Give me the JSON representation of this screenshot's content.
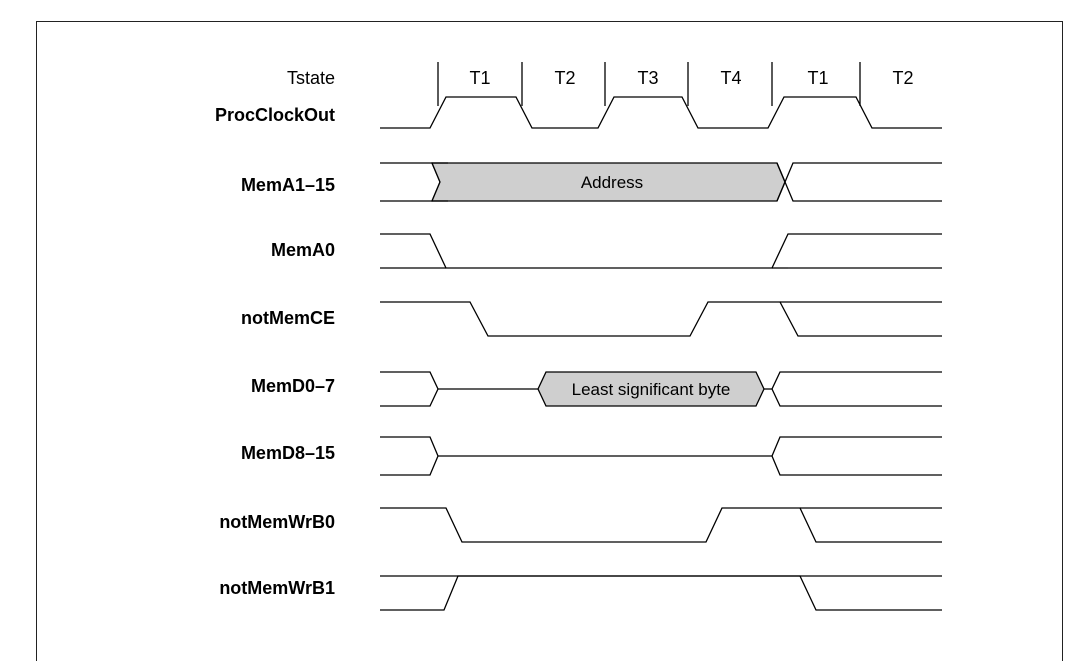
{
  "diagram": {
    "header_label": "Tstate",
    "tstates": [
      "T1",
      "T2",
      "T3",
      "T4",
      "T1",
      "T2"
    ],
    "signals": [
      {
        "id": "procclockout",
        "label": "ProcClockOut"
      },
      {
        "id": "mema1-15",
        "label": "MemA1–15"
      },
      {
        "id": "mema0",
        "label": "MemA0"
      },
      {
        "id": "notmemce",
        "label": "notMemCE"
      },
      {
        "id": "memd0-7",
        "label": "MemD0–7"
      },
      {
        "id": "memd8-15",
        "label": "MemD8–15"
      },
      {
        "id": "notmemwrb0",
        "label": "notMemWrB0"
      },
      {
        "id": "notmemwrb1",
        "label": "notMemWrB1"
      }
    ],
    "bus_labels": {
      "address": "Address",
      "data_low": "Least significant byte"
    }
  }
}
